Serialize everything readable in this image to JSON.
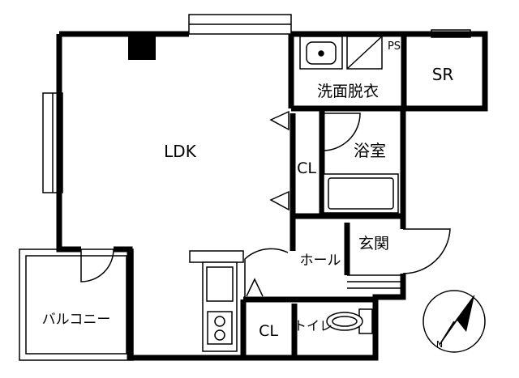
{
  "floorplan": {
    "rooms": {
      "ldk": "LDK",
      "washroom": "洗面脱衣",
      "bathroom": "浴室",
      "storage_room": "SR",
      "pipe_space": "PS",
      "closet_hall": "CL",
      "closet_kitchen": "CL",
      "hall": "ホール",
      "entrance": "玄関",
      "toilet": "トイレ",
      "balcony": "バルコニー"
    },
    "compass_north": "N"
  }
}
